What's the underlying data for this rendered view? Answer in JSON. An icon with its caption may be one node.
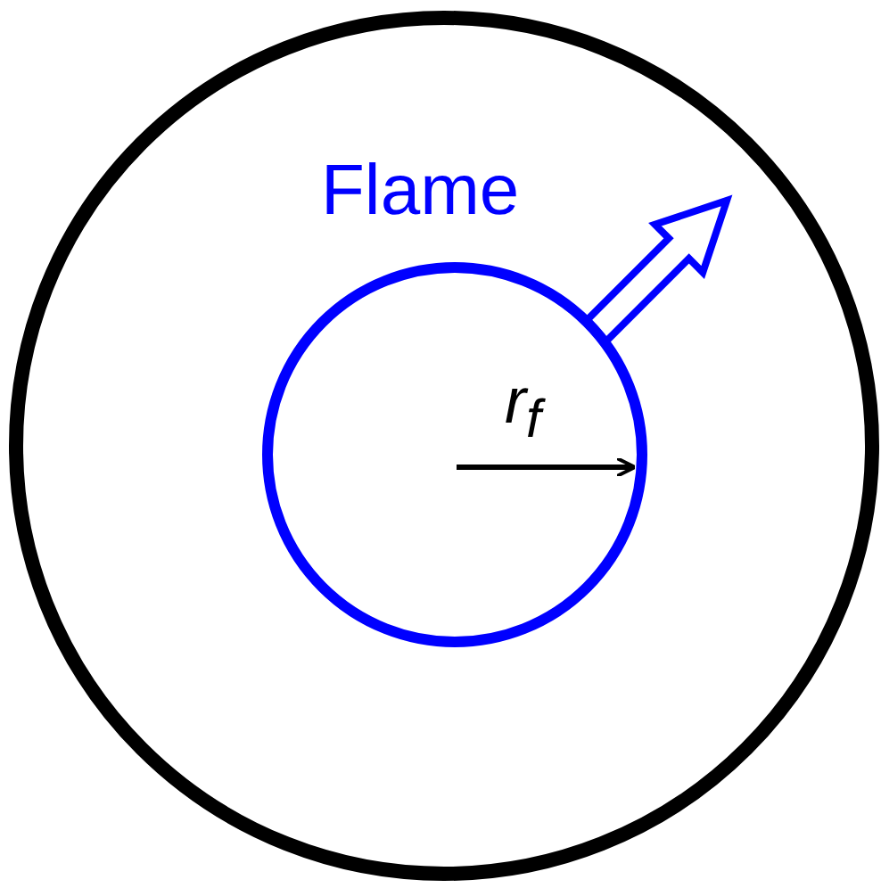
{
  "diagram": {
    "nodes": [
      {
        "text": [],
        "shape": "circle"
      },
      {
        "text": [
          "Flame"
        ],
        "in": 0
      }
    ],
    "labels": [
      "r$_{f}$"
    ]
  }
}
